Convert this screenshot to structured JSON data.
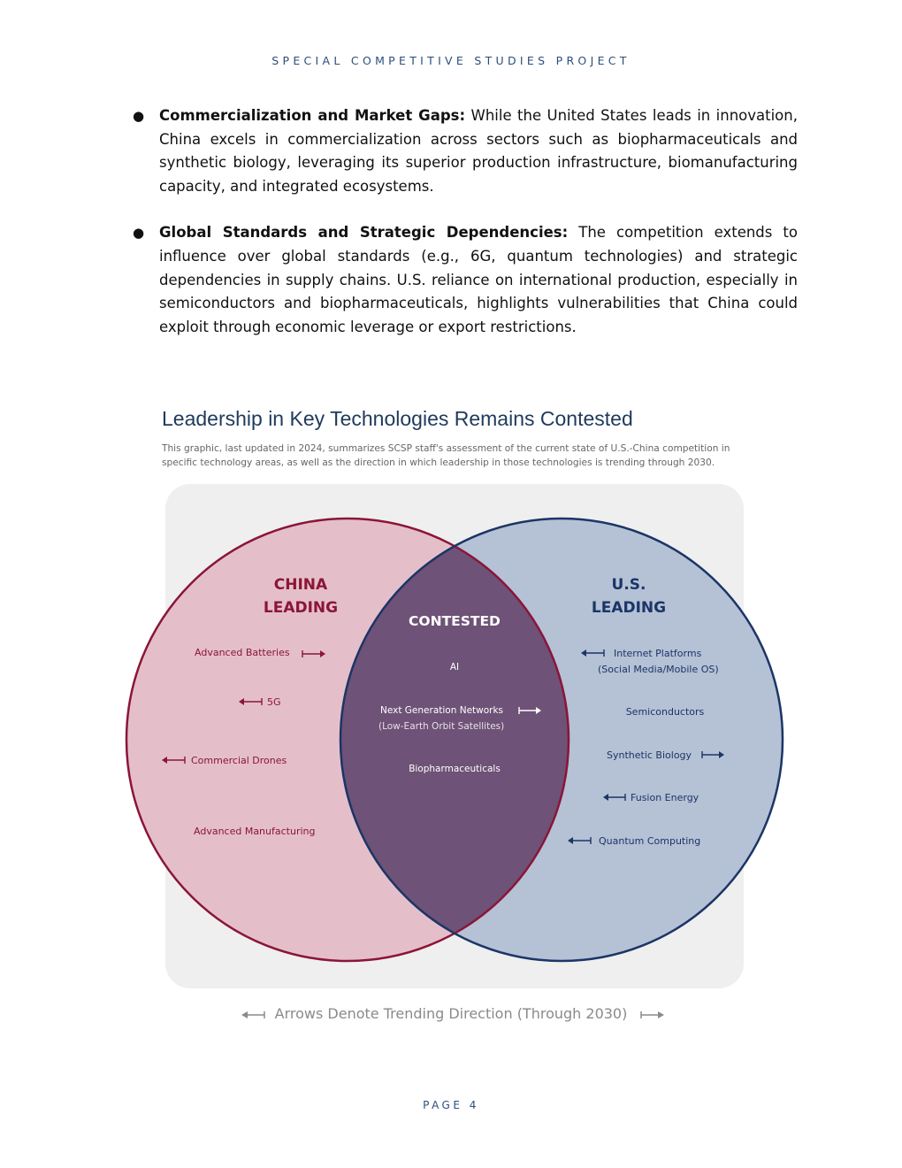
{
  "header": "SPECIAL COMPETITIVE STUDIES PROJECT",
  "bullets": [
    {
      "bold": "Commercialization and Market Gaps:",
      "text": " While the United States leads in innovation, China excels in commercialization across sectors such as biopharmaceuticals and synthetic biology, leveraging its superior production infrastructure, biomanufacturing capacity, and integrated ecosystems."
    },
    {
      "bold": "Global Standards and Strategic Dependencies:",
      "text": " The competition extends to influence over global standards (e.g., 6G, quantum technologies) and strategic dependencies in supply chains. U.S. reliance on international production, especially in semiconductors and biopharmaceuticals, highlights vulnerabilities that China could exploit through economic leverage or export restrictions."
    }
  ],
  "figure": {
    "title": "Leadership in Key Technologies Remains Contested",
    "subtitle": "This graphic, last updated in 2024, summarizes SCSP staff's assessment of the current state of U.S.-China competition in specific technology areas, as well as the direction in which leadership in those technologies is trending through 2030.",
    "china_heading_1": "CHINA",
    "china_heading_2": "LEADING",
    "contested_heading": "CONTESTED",
    "us_heading_1": "U.S.",
    "us_heading_2": "LEADING",
    "china_items": [
      {
        "label": "Advanced Batteries",
        "arrow": "right"
      },
      {
        "label": "5G",
        "arrow": "left"
      },
      {
        "label": "Commercial Drones",
        "arrow": "left"
      },
      {
        "label": "Advanced Manufacturing",
        "arrow": "none"
      }
    ],
    "contested_items": [
      {
        "label": "AI",
        "arrow": "none"
      },
      {
        "label": "Next Generation Networks",
        "sublabel": "(Low-Earth Orbit Satellites)",
        "arrow": "right"
      },
      {
        "label": "Biopharmaceuticals",
        "arrow": "none"
      }
    ],
    "us_items": [
      {
        "label": "Internet Platforms",
        "sublabel": "(Social Media/Mobile OS)",
        "arrow": "left"
      },
      {
        "label": "Semiconductors",
        "arrow": "none"
      },
      {
        "label": "Synthetic Biology",
        "arrow": "right"
      },
      {
        "label": "Fusion Energy",
        "arrow": "left"
      },
      {
        "label": "Quantum Computing",
        "arrow": "left"
      }
    ],
    "legend": "Arrows Denote Trending Direction (Through 2030)",
    "colors": {
      "china": "#8b1538",
      "china_fill": "#e4bfca",
      "us": "#1b3566",
      "us_fill": "#b5c1d5",
      "overlap_fill": "#6e5277",
      "panel": "#efefef"
    }
  },
  "footer": "PAGE 4"
}
